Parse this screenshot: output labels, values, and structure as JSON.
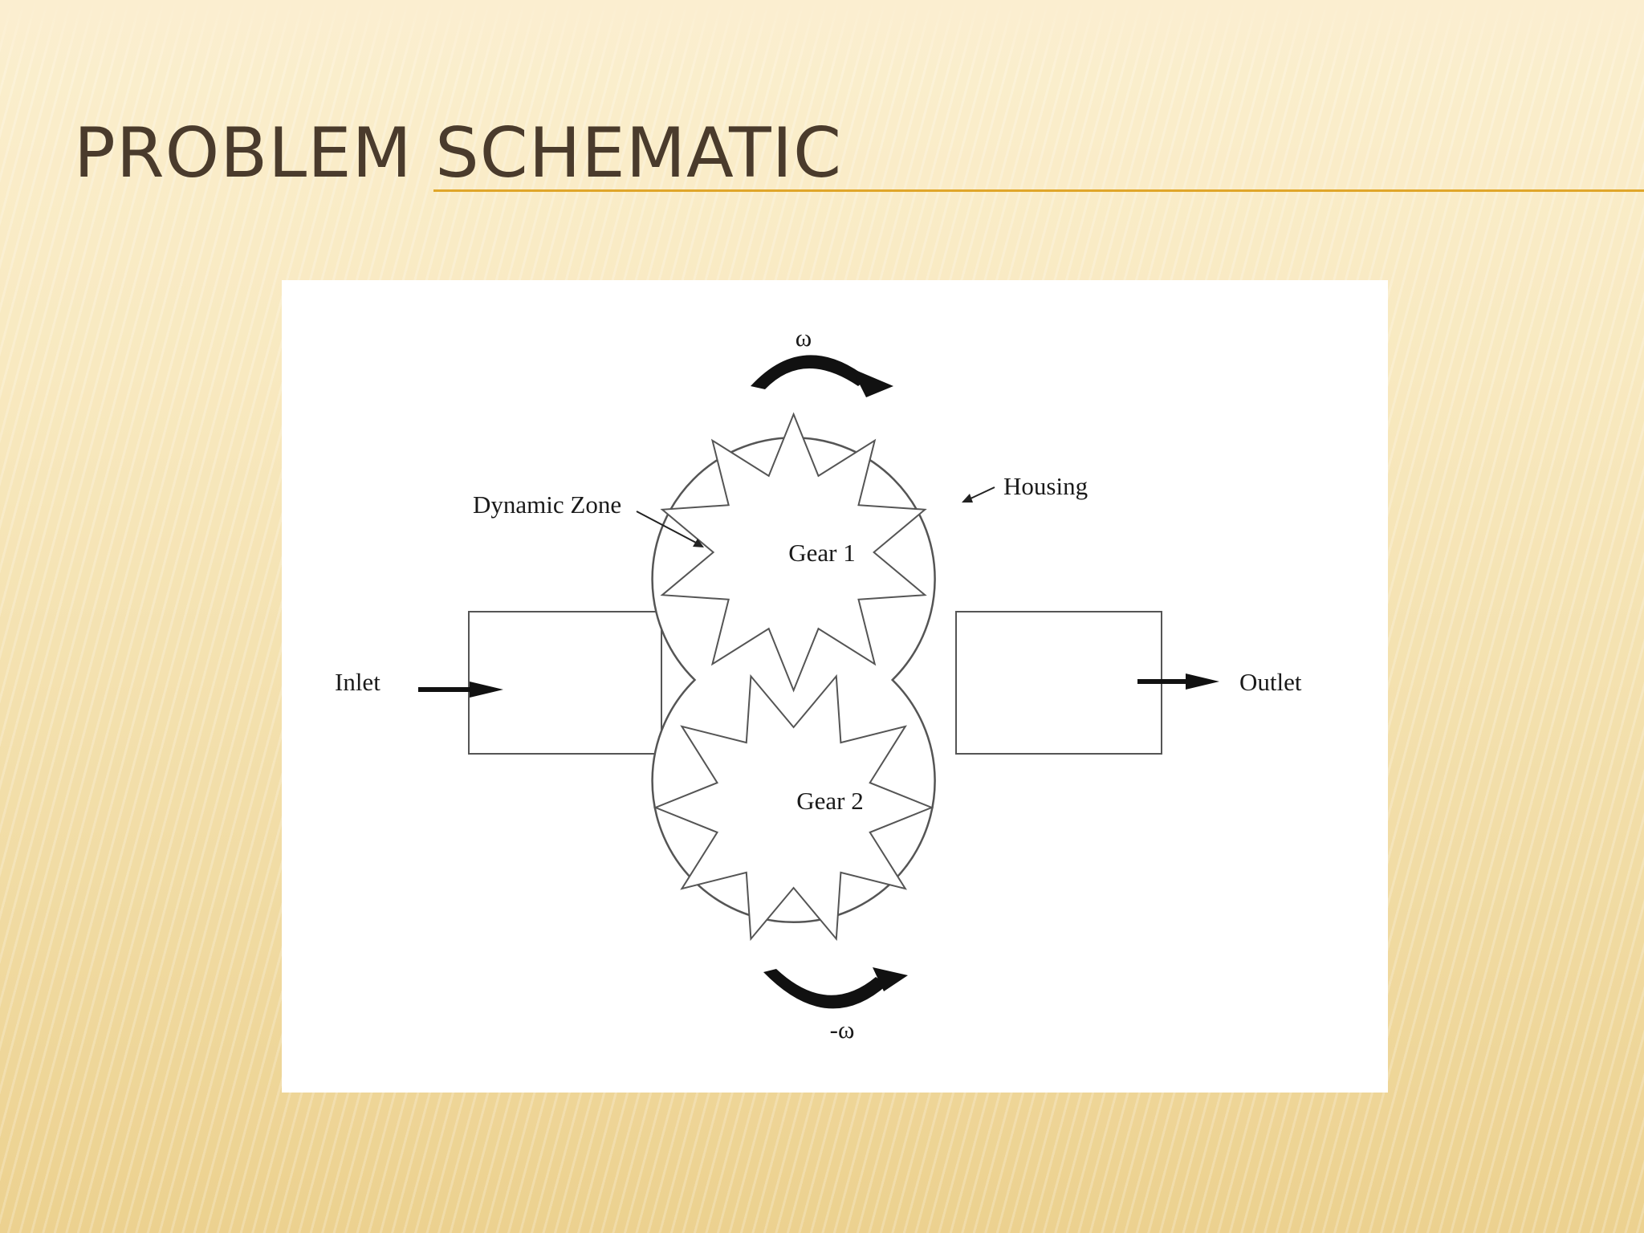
{
  "slide": {
    "title": "PROBLEM SCHEMATIC"
  },
  "diagram": {
    "omega_top": "ω",
    "omega_bottom": "-ω",
    "housing": "Housing",
    "dynamic_zone": "Dynamic Zone",
    "gear1": "Gear 1",
    "gear2": "Gear 2",
    "inlet": "Inlet",
    "outlet": "Outlet"
  }
}
